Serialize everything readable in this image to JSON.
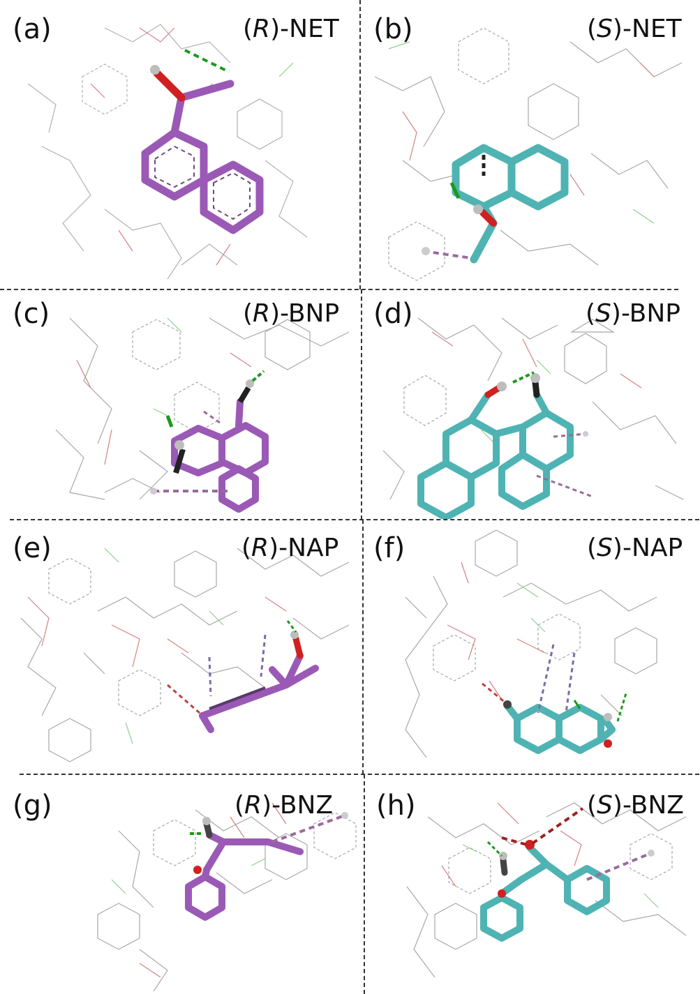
{
  "figure": {
    "panels": [
      {
        "id": "a",
        "label": "(a)",
        "chirality": "R",
        "compound": "NET",
        "ligand_color": "#9b59b6"
      },
      {
        "id": "b",
        "label": "(b)",
        "chirality": "S",
        "compound": "NET",
        "ligand_color": "#4fb3b3"
      },
      {
        "id": "c",
        "label": "(c)",
        "chirality": "R",
        "compound": "BNP",
        "ligand_color": "#9b59b6"
      },
      {
        "id": "d",
        "label": "(d)",
        "chirality": "S",
        "compound": "BNP",
        "ligand_color": "#4fb3b3"
      },
      {
        "id": "e",
        "label": "(e)",
        "chirality": "R",
        "compound": "NAP",
        "ligand_color": "#9b59b6"
      },
      {
        "id": "f",
        "label": "(f)",
        "chirality": "S",
        "compound": "NAP",
        "ligand_color": "#4fb3b3"
      },
      {
        "id": "g",
        "label": "(g)",
        "chirality": "R",
        "compound": "BNZ",
        "ligand_color": "#9b59b6"
      },
      {
        "id": "h",
        "label": "(h)",
        "chirality": "S",
        "compound": "BNZ",
        "ligand_color": "#4fb3b3"
      }
    ]
  }
}
